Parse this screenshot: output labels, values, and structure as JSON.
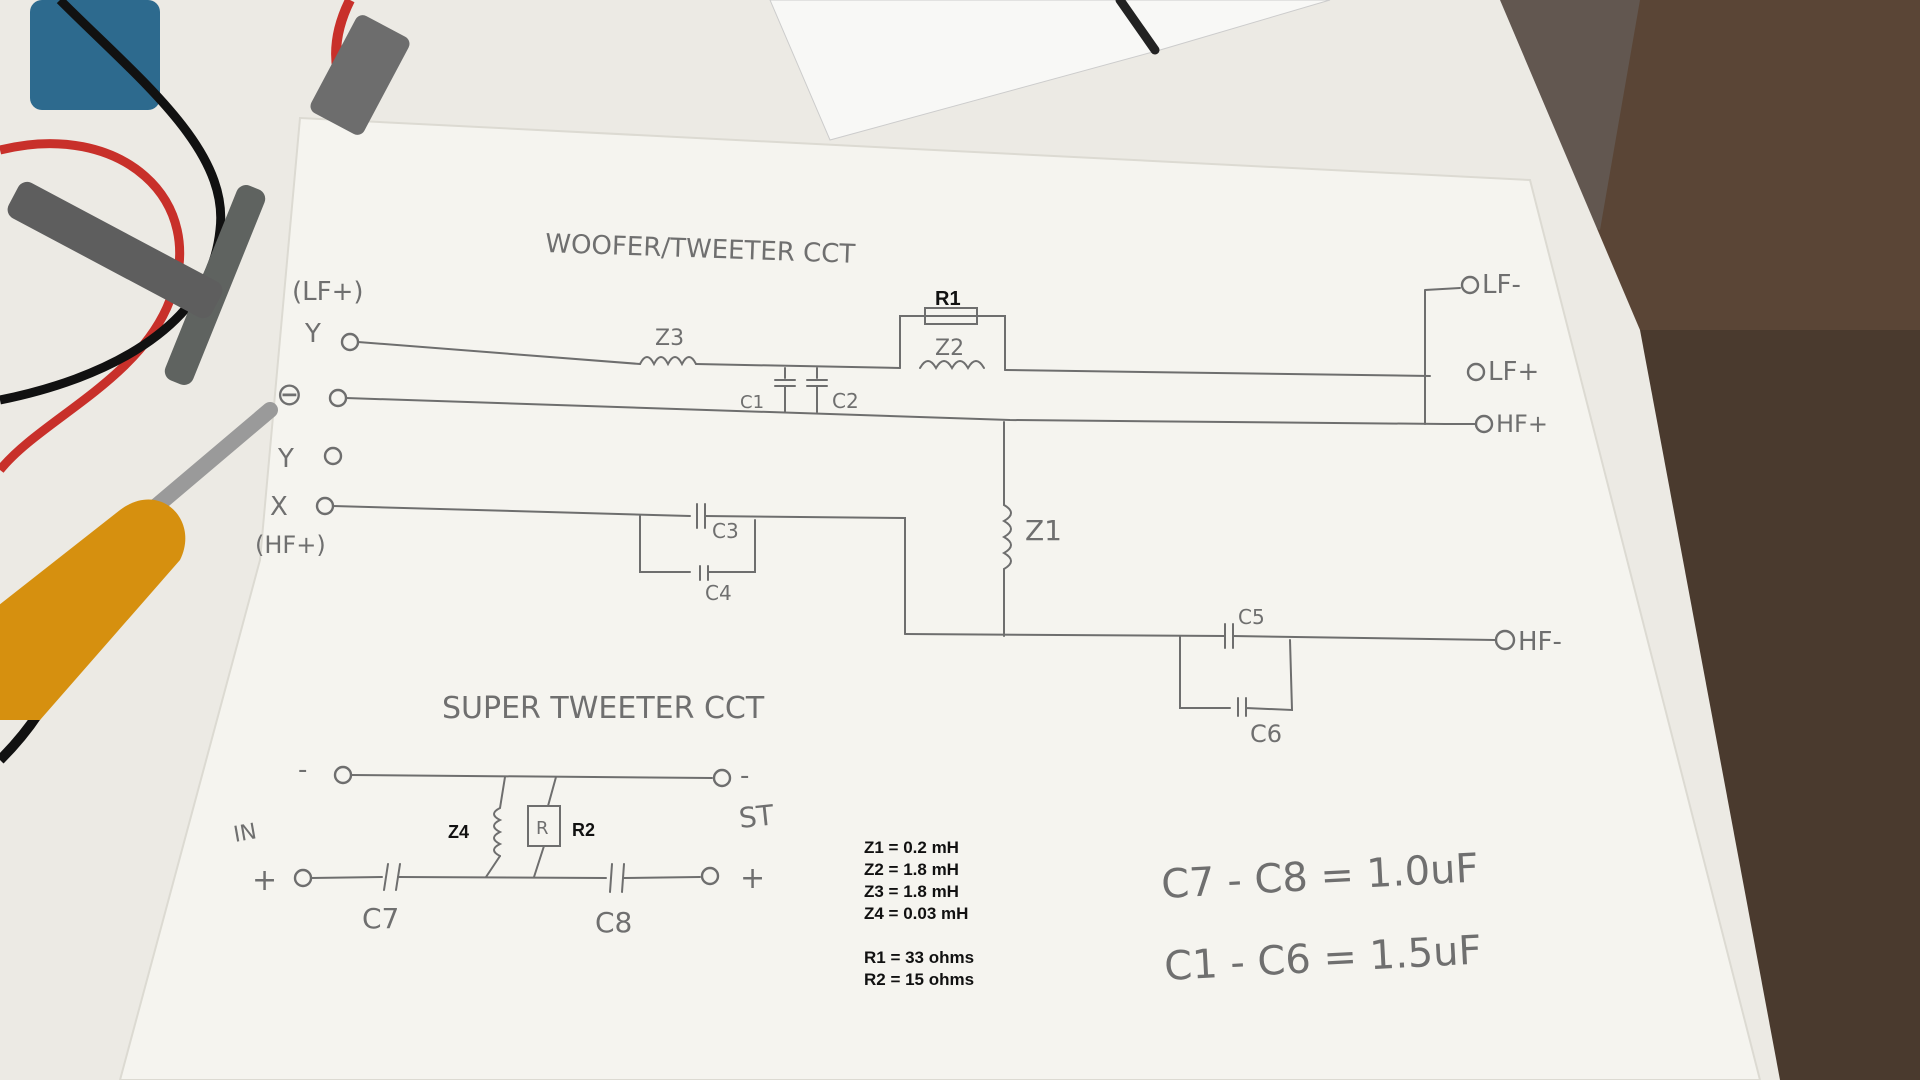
{
  "woofer_tweeter": {
    "title": "WOOFER/TWEETER CCT",
    "left_terminals": [
      "(LF+)",
      "Y",
      "⊖",
      "Y",
      "X",
      "(HF+)"
    ],
    "right_terminals": [
      "LF-",
      "LF+",
      "HF+",
      "HF-"
    ],
    "components": {
      "r1": "R1",
      "z2": "Z2",
      "z3": "Z3",
      "c1": "C1",
      "c2": "C2",
      "c3": "C3",
      "c4": "C4",
      "z1": "Z1",
      "c5": "C5",
      "c6": "C6"
    }
  },
  "super_tweeter": {
    "title": "SUPER TWEETER CCT",
    "labels": {
      "in": "IN",
      "st": "ST",
      "minus_in": "-",
      "minus_out": "-",
      "plus_in": "+",
      "plus_out": "+",
      "z4": "Z4",
      "r2": "R2",
      "r_box": "R",
      "c7": "C7",
      "c8": "C8"
    }
  },
  "component_values": [
    "Z1 =  0.2 mH",
    "Z2 = 1.8 mH",
    "Z3 = 1.8 mH",
    "Z4 =  0.03 mH",
    "",
    "R1 = 33 ohms",
    "R2 = 15 ohms"
  ],
  "capacitor_notes": [
    "C7 - C8  = 1.0uF",
    "C1 - C6  = 1.5uF"
  ],
  "colors": {
    "paper": "#f2f1ec",
    "ink": "#6e6e6e",
    "wall": "#3a2f28",
    "screwdriver": "#d6900f",
    "probe_red": "#c8302a"
  }
}
